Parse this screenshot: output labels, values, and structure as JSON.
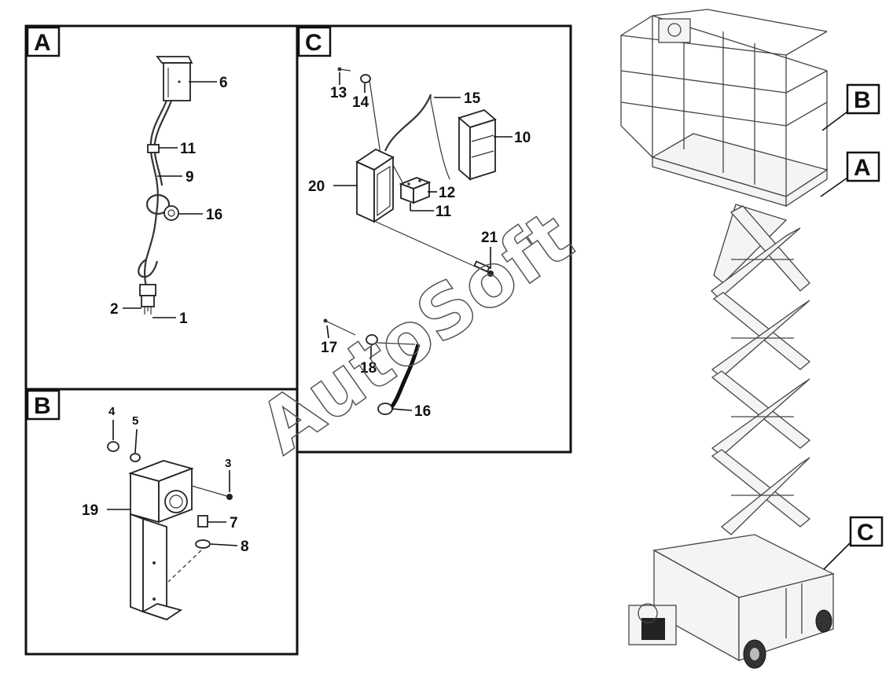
{
  "watermark": "AutoSoft",
  "panels": {
    "A": {
      "letter": "A",
      "callouts": {
        "p6": "6",
        "p11": "11",
        "p9": "9",
        "p16": "16",
        "p2": "2",
        "p1": "1"
      }
    },
    "B": {
      "letter": "B",
      "callouts": {
        "p4": "4",
        "p5": "5",
        "p3": "3",
        "p19": "19",
        "p7": "7",
        "p8": "8"
      }
    },
    "C": {
      "letter": "C",
      "callouts": {
        "p13": "13",
        "p14": "14",
        "p15": "15",
        "p10": "10",
        "p20": "20",
        "p12": "12",
        "p11": "11",
        "p21": "21",
        "p17": "17",
        "p18": "18",
        "p16": "16"
      }
    }
  },
  "overview_labels": {
    "B": "B",
    "A": "A",
    "C": "C"
  }
}
